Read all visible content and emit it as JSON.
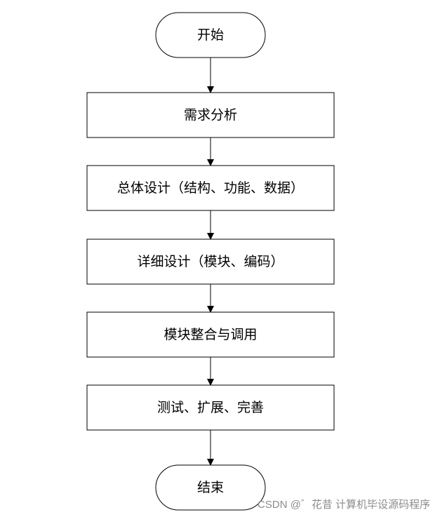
{
  "flowchart": {
    "nodes": [
      {
        "id": "start",
        "shape": "terminal",
        "label": "开始"
      },
      {
        "id": "req",
        "shape": "process",
        "label": "需求分析"
      },
      {
        "id": "overall",
        "shape": "process",
        "label": "总体设计（结构、功能、数据）"
      },
      {
        "id": "detail",
        "shape": "process",
        "label": "详细设计（模块、编码）"
      },
      {
        "id": "integrate",
        "shape": "process",
        "label": "模块整合与调用"
      },
      {
        "id": "test",
        "shape": "process",
        "label": "测试、扩展、完善"
      },
      {
        "id": "end",
        "shape": "terminal",
        "label": "结束"
      }
    ],
    "edges": [
      {
        "from": "start",
        "to": "req"
      },
      {
        "from": "req",
        "to": "overall"
      },
      {
        "from": "overall",
        "to": "detail"
      },
      {
        "from": "detail",
        "to": "integrate"
      },
      {
        "from": "integrate",
        "to": "test"
      },
      {
        "from": "test",
        "to": "end"
      }
    ]
  },
  "watermark": "CSDN @゛花昔 计算机毕设源码程序"
}
